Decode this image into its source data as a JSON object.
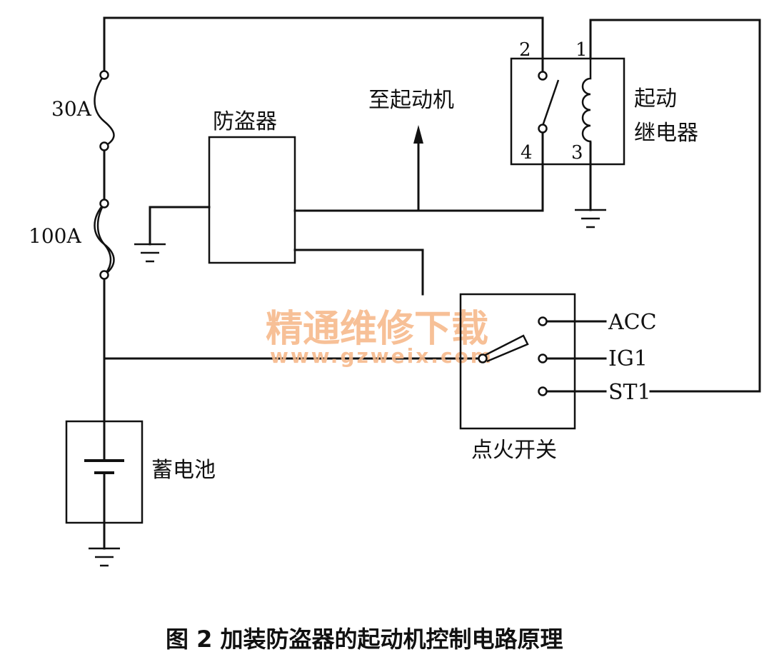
{
  "labels": {
    "fuse_30a": "30A",
    "fuse_100a": "100A",
    "immobilizer": "防盗器",
    "to_starter": "至起动机",
    "relay_line1": "起动",
    "relay_line2": "继电器",
    "pin_1": "1",
    "pin_2": "2",
    "pin_3": "3",
    "pin_4": "4",
    "switch_acc": "ACC",
    "switch_ig1": "IG1",
    "switch_st1": "ST1",
    "ignition_switch": "点火开关",
    "battery": "蓄电池"
  },
  "watermark": {
    "line1": "精通维修下载",
    "line2": "www.gzweix.com",
    "color": "#f6b98c"
  },
  "caption": "图 2  加装防盗器的起动机控制电路原理"
}
